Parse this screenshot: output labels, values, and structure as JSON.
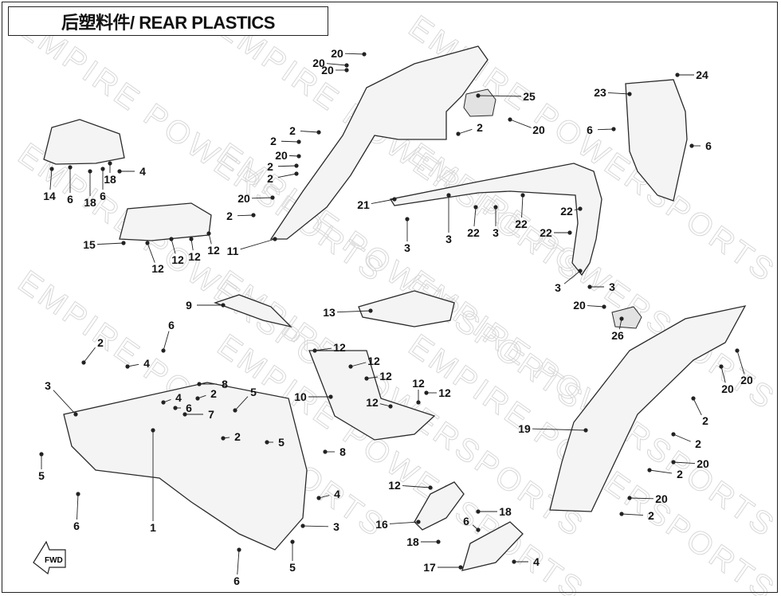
{
  "title": "后塑料件/ REAR PLASTICS",
  "watermark": "EMPIRE POWERSPORTS",
  "fwd_label": "FWD",
  "callouts": [
    "20",
    "20",
    "20",
    "25",
    "2",
    "20",
    "24",
    "23",
    "6",
    "6",
    "2",
    "2",
    "20",
    "2",
    "2",
    "20",
    "2",
    "11",
    "21",
    "3",
    "3",
    "22",
    "3",
    "22",
    "22",
    "22",
    "3",
    "3",
    "14",
    "6",
    "18",
    "6",
    "18",
    "4",
    "15",
    "12",
    "12",
    "12",
    "12",
    "9",
    "13",
    "6",
    "2",
    "4",
    "3",
    "8",
    "2",
    "4",
    "5",
    "6",
    "7",
    "2",
    "5",
    "8",
    "5",
    "1",
    "6",
    "4",
    "3",
    "6",
    "5",
    "12",
    "12",
    "12",
    "12",
    "12",
    "12",
    "10",
    "20",
    "26",
    "20",
    "20",
    "2",
    "2",
    "20",
    "2",
    "20",
    "2",
    "19",
    "12",
    "16",
    "18",
    "6",
    "18",
    "17",
    "4"
  ]
}
